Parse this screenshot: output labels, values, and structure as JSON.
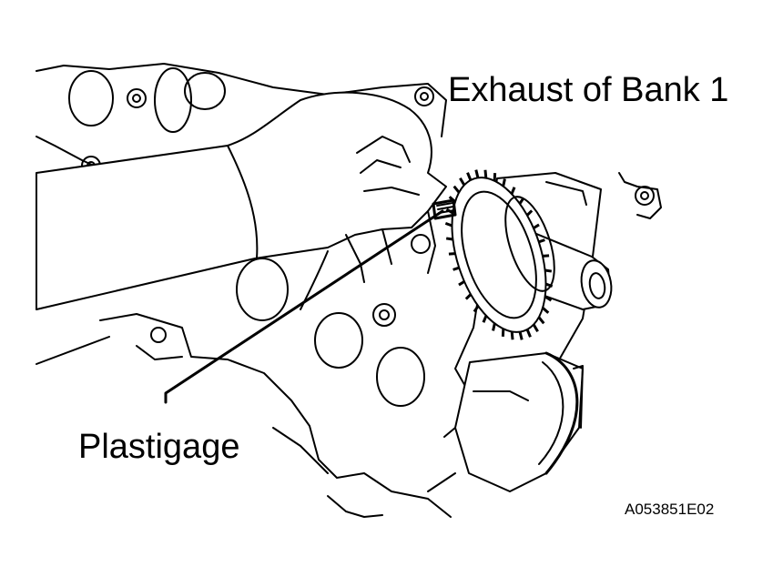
{
  "labels": {
    "exhaust": "Exhaust of Bank 1",
    "plastigage": "Plastigage",
    "figure_id": "A053851E02"
  },
  "colors": {
    "ink": "#000000",
    "background": "#ffffff"
  }
}
